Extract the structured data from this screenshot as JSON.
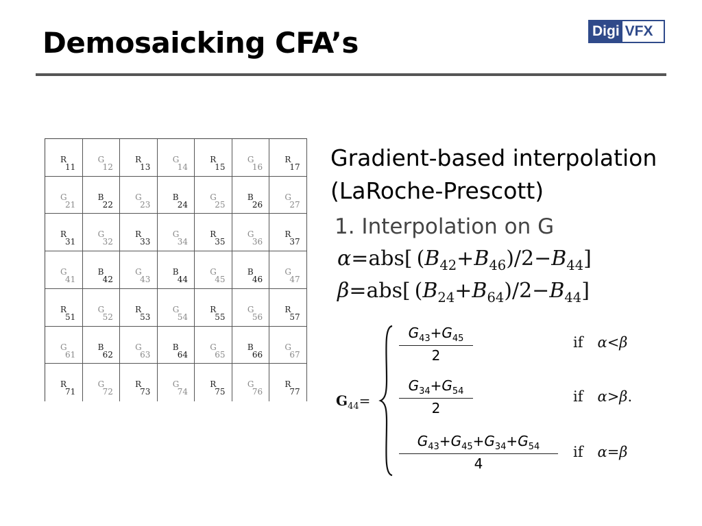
{
  "slide": {
    "title": "Demosaicking CFA’s",
    "logo": {
      "part1": "Digi",
      "part2": "VFX"
    }
  },
  "grid": {
    "rows": [
      [
        {
          "ch": "R",
          "n": "11"
        },
        {
          "ch": "G",
          "n": "12"
        },
        {
          "ch": "R",
          "n": "13"
        },
        {
          "ch": "G",
          "n": "14"
        },
        {
          "ch": "R",
          "n": "15"
        },
        {
          "ch": "G",
          "n": "16"
        },
        {
          "ch": "R",
          "n": "17"
        }
      ],
      [
        {
          "ch": "G",
          "n": "21"
        },
        {
          "ch": "B",
          "n": "22"
        },
        {
          "ch": "G",
          "n": "23"
        },
        {
          "ch": "B",
          "n": "24"
        },
        {
          "ch": "G",
          "n": "25"
        },
        {
          "ch": "B",
          "n": "26"
        },
        {
          "ch": "G",
          "n": "27"
        }
      ],
      [
        {
          "ch": "R",
          "n": "31"
        },
        {
          "ch": "G",
          "n": "32"
        },
        {
          "ch": "R",
          "n": "33"
        },
        {
          "ch": "G",
          "n": "34"
        },
        {
          "ch": "R",
          "n": "35"
        },
        {
          "ch": "G",
          "n": "36"
        },
        {
          "ch": "R",
          "n": "37"
        }
      ],
      [
        {
          "ch": "G",
          "n": "41"
        },
        {
          "ch": "B",
          "n": "42"
        },
        {
          "ch": "G",
          "n": "43"
        },
        {
          "ch": "B",
          "n": "44"
        },
        {
          "ch": "G",
          "n": "45"
        },
        {
          "ch": "B",
          "n": "46"
        },
        {
          "ch": "G",
          "n": "47"
        }
      ],
      [
        {
          "ch": "R",
          "n": "51"
        },
        {
          "ch": "G",
          "n": "52"
        },
        {
          "ch": "R",
          "n": "53"
        },
        {
          "ch": "G",
          "n": "54"
        },
        {
          "ch": "R",
          "n": "55"
        },
        {
          "ch": "G",
          "n": "56"
        },
        {
          "ch": "R",
          "n": "57"
        }
      ],
      [
        {
          "ch": "G",
          "n": "61"
        },
        {
          "ch": "B",
          "n": "62"
        },
        {
          "ch": "G",
          "n": "63"
        },
        {
          "ch": "B",
          "n": "64"
        },
        {
          "ch": "G",
          "n": "65"
        },
        {
          "ch": "B",
          "n": "66"
        },
        {
          "ch": "G",
          "n": "67"
        }
      ],
      [
        {
          "ch": "R",
          "n": "71"
        },
        {
          "ch": "G",
          "n": "72"
        },
        {
          "ch": "R",
          "n": "73"
        },
        {
          "ch": "G",
          "n": "74"
        },
        {
          "ch": "R",
          "n": "75"
        },
        {
          "ch": "G",
          "n": "76"
        },
        {
          "ch": "R",
          "n": "77"
        }
      ]
    ]
  },
  "content": {
    "heading_line1": "Gradient-based interpolation",
    "heading_line2": "(LaRoche-Prescott)",
    "step": "1. Interpolation on G"
  },
  "equations": {
    "alpha": "α = abs[ (B42 + B46)/2 − B44 ]",
    "beta": "β = abs[ (B24 + B64)/2 − B44 ]",
    "g44_lhs": "G44 =",
    "case1_num": "G43 + G45",
    "case1_den": "2",
    "case1_cond": "if  α < β",
    "case2_num": "G34 + G54",
    "case2_den": "2",
    "case2_cond": "if  α > β.",
    "case3_num": "G43 + G45 + G34 + G54",
    "case3_den": "4",
    "case3_cond": "if  α = β"
  },
  "colors": {
    "rule": "#555555",
    "logo": "#2f4a8a",
    "green_text": "#888888"
  }
}
